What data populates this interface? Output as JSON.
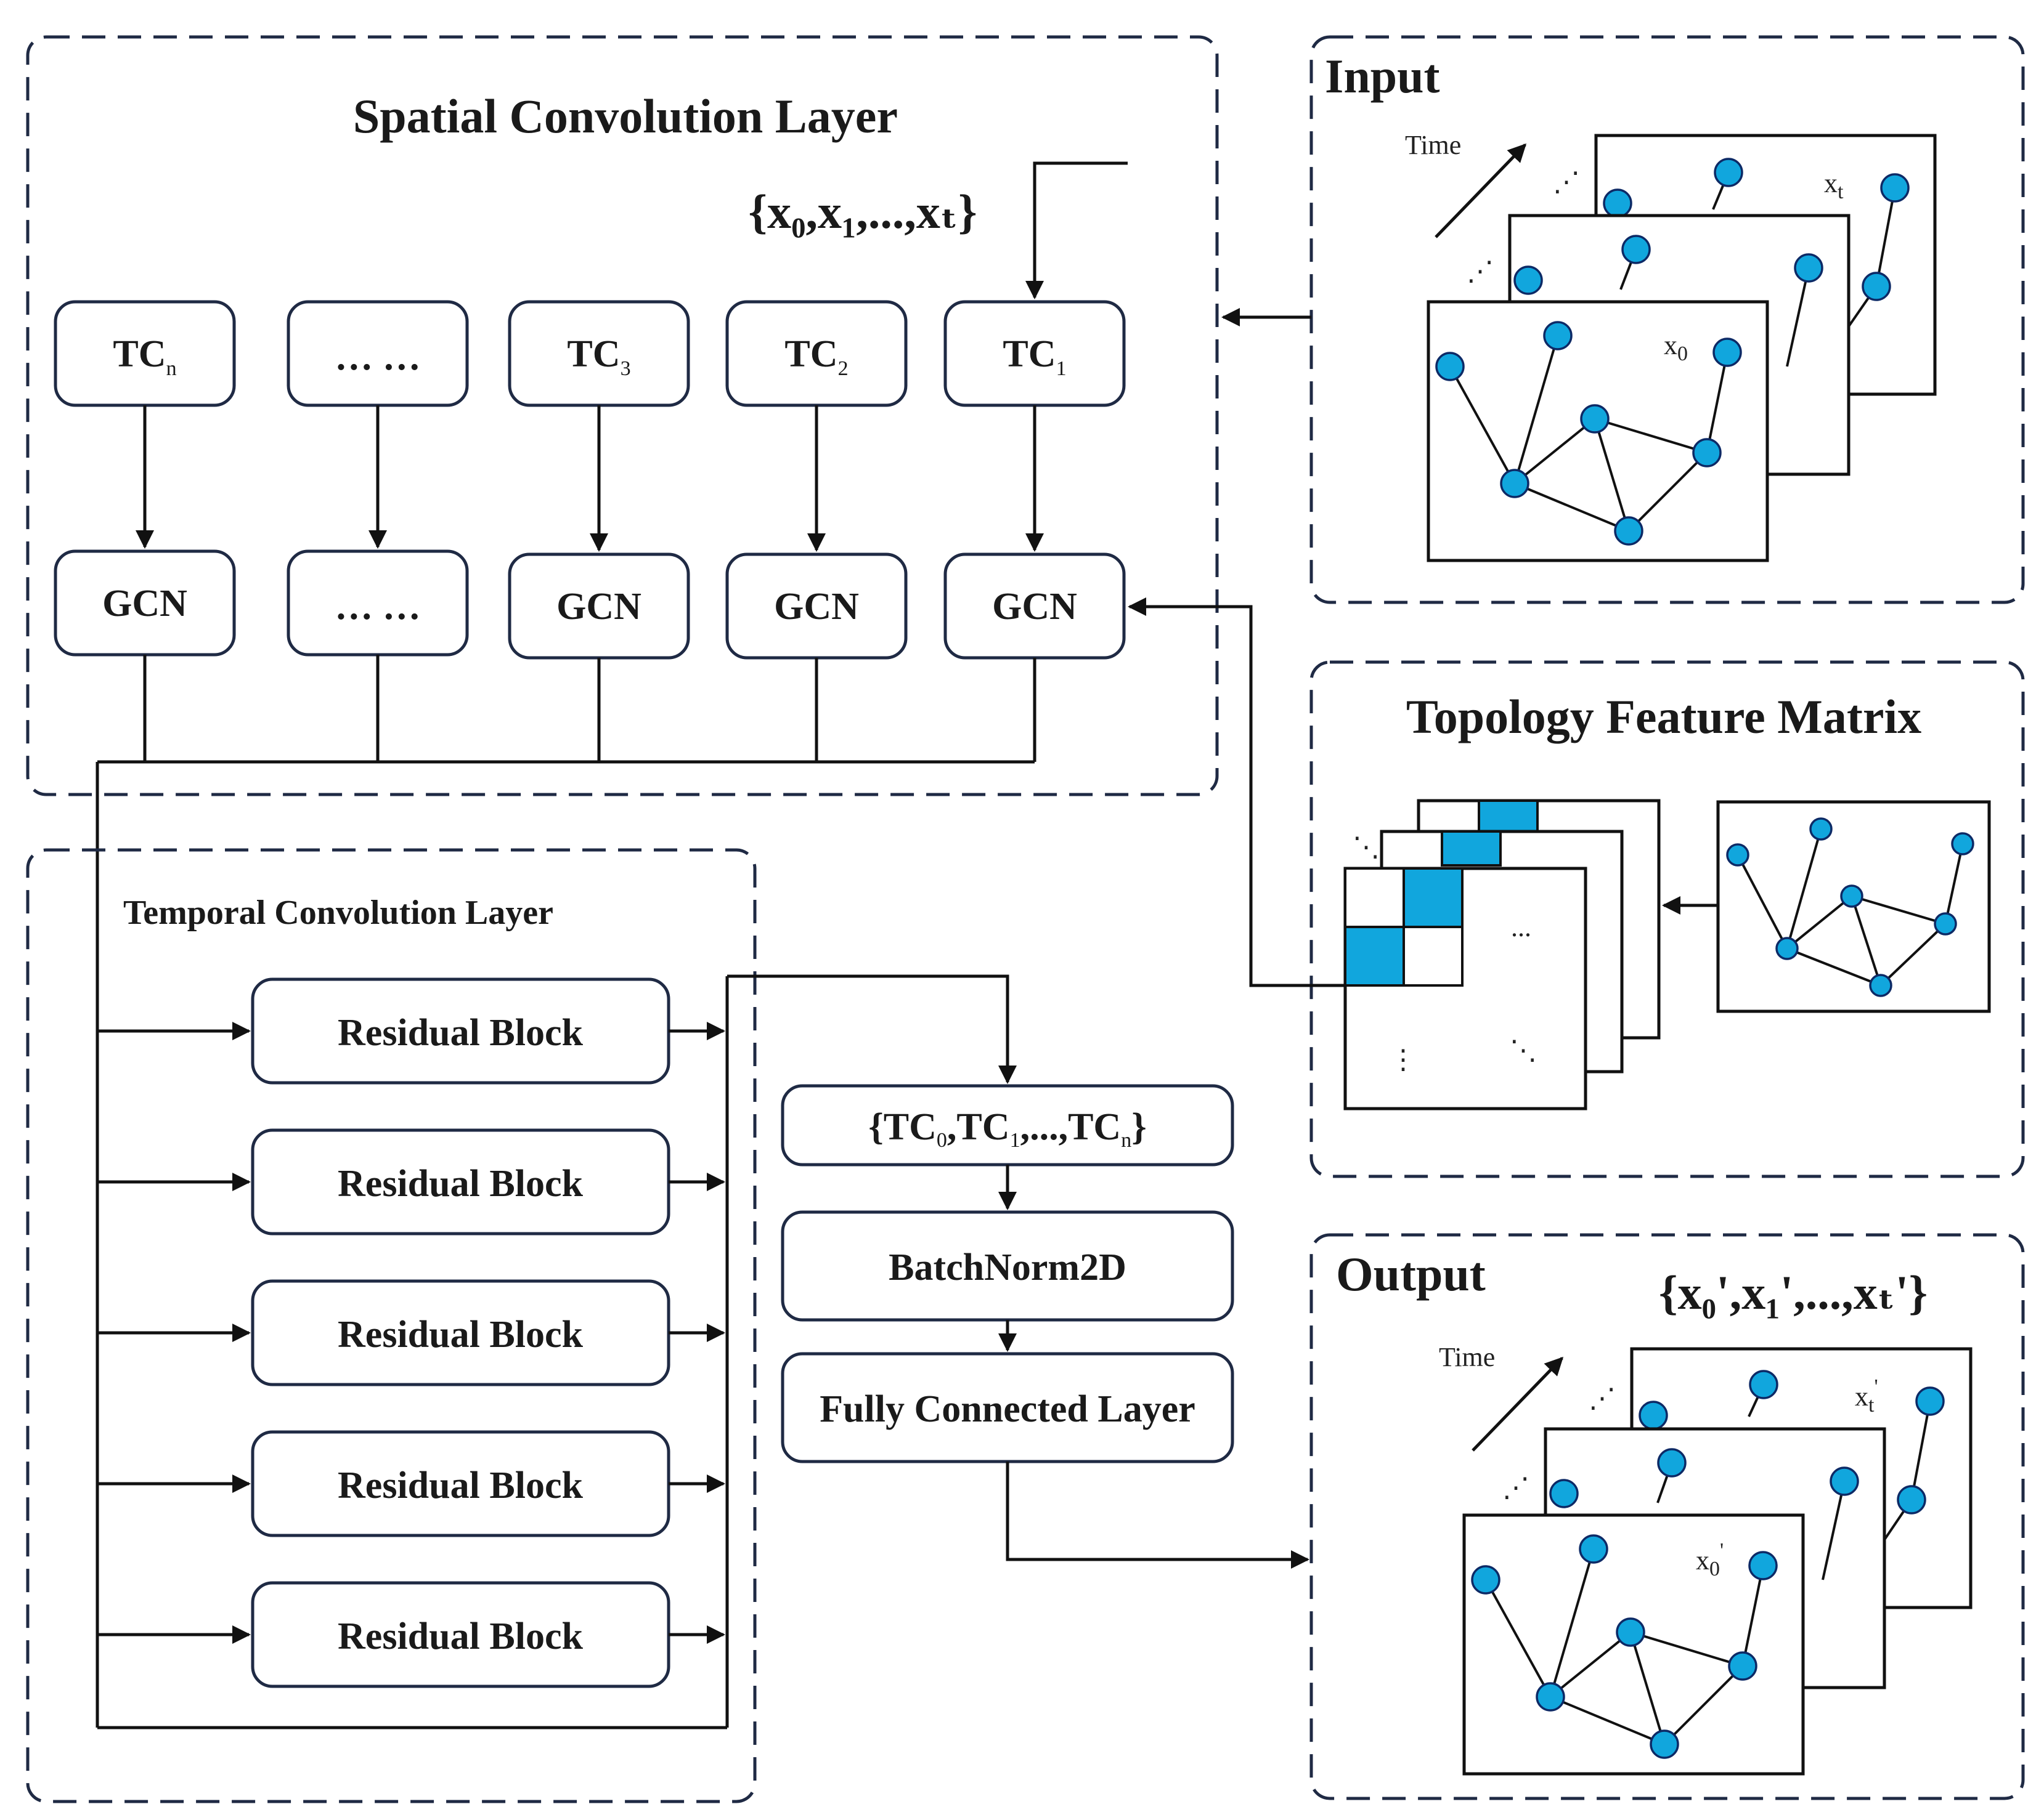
{
  "spatial_layer": {
    "title": "Spatial Convolution Layer",
    "input_set": "{x₀,x₁,...,xₜ}",
    "tc_boxes": [
      {
        "base": "TC",
        "sub": "n"
      },
      {
        "base": "… …",
        "sub": ""
      },
      {
        "base": "TC",
        "sub": "3"
      },
      {
        "base": "TC",
        "sub": "2"
      },
      {
        "base": "TC",
        "sub": "1"
      }
    ],
    "gcn_boxes": [
      "GCN",
      "… …",
      "GCN",
      "GCN",
      "GCN"
    ]
  },
  "temporal_layer": {
    "title": "Temporal Convolution Layer",
    "blocks": [
      "Residual Block",
      "Residual Block",
      "Residual Block",
      "Residual Block",
      "Residual Block"
    ]
  },
  "pipeline": {
    "tc_set": {
      "open": "{TC",
      "s0": "0",
      "mid1": ",TC",
      "s1": "1",
      "mid2": ",...,TC",
      "sn": "n",
      "close": "}"
    },
    "batchnorm": "BatchNorm2D",
    "fc": "Fully Connected Layer"
  },
  "input_panel": {
    "title": "Input",
    "time_label": "Time",
    "frame_back_label": {
      "base": "x",
      "sub": "t"
    },
    "frame_front_label": {
      "base": "x",
      "sub": "0"
    },
    "dots": "⋰"
  },
  "topology_panel": {
    "title": "Topology Feature Matrix",
    "ellipsis_h": "...",
    "ellipsis_v": "⋮",
    "ellipsis_d": "⋱"
  },
  "output_panel": {
    "title": "Output",
    "output_set": "{x₀',x₁',...,xₜ'}",
    "time_label": "Time",
    "frame_back_label": {
      "base": "x",
      "sub": "t",
      "prime": "'"
    },
    "frame_front_label": {
      "base": "x",
      "sub": "0",
      "prime": "'"
    }
  },
  "colors": {
    "node_fill": "#11a6dd",
    "matrix_fill": "#11a6dd",
    "border": "#1f2a44"
  }
}
